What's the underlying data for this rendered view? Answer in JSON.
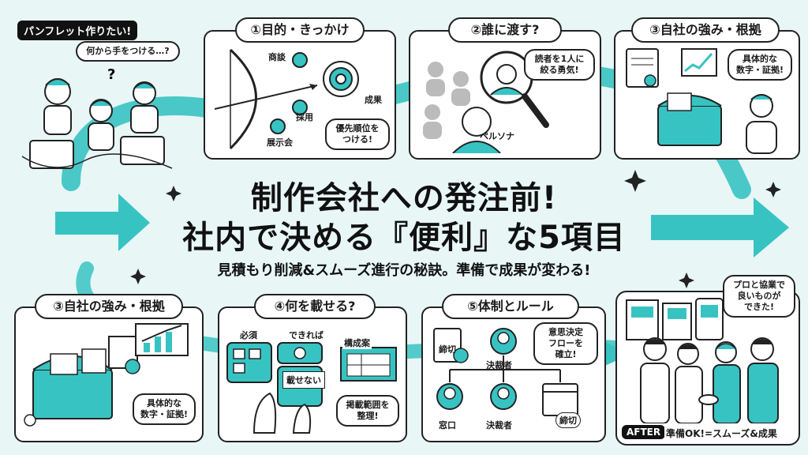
{
  "colors": {
    "accent": "#38c3c3",
    "ink": "#222222",
    "background": "#e8f6f6"
  },
  "header": {
    "title_line1": "制作会社への発注前!",
    "title_line2": "社内で決める『便利』な5項目",
    "subtitle": "見積もり削減&スムーズ進行の秘訣。準備で成果が変わる!"
  },
  "intro": {
    "tag": "パンフレット作りたい!",
    "thought": "何から手をつける…?",
    "icons": [
      "confused-team-icon",
      "laptop-icon",
      "cable-icon"
    ]
  },
  "card1": {
    "title": "①目的・きっかけ",
    "labels": [
      "商談",
      "採用",
      "展示会",
      "成果"
    ],
    "bubble": "優先順位を\nつける!"
  },
  "card2": {
    "title": "②誰に渡す?",
    "bubble": "読者を1人に\n絞る勇気!",
    "persona": "ペルソナ"
  },
  "card3_top": {
    "title": "③自社の強み・根拠",
    "bubble": "具体的な\n数字・証拠!"
  },
  "card3_bottom": {
    "title": "③自社の強み・根拠",
    "bubble": "具体的な\n数字・証拠!"
  },
  "card4": {
    "title": "④何を載せる?",
    "must": "必須",
    "nice": "できれば",
    "no": "載せない",
    "plan": "構成案",
    "bubble": "掲載範囲を\n整理!"
  },
  "card5": {
    "title": "⑤体制とルール",
    "deadline": "締切",
    "decider": "決裁者",
    "window": "窓口",
    "decider2": "決裁者",
    "deadline2": "締切",
    "bubble": "意思決定\nフローを\n確立!"
  },
  "after": {
    "bubble": "プロと協業で\n良いものが\nできた!",
    "tag": "AFTER",
    "caption": "準備OK!=スムーズ&成果"
  }
}
